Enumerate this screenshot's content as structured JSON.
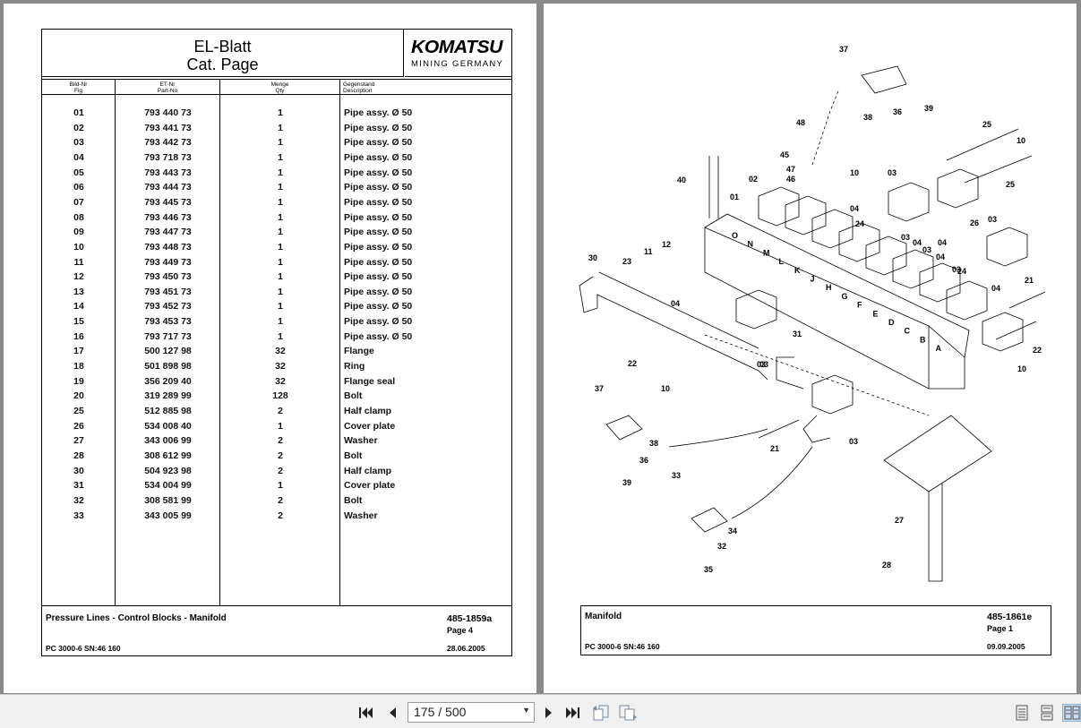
{
  "left_sheet": {
    "title_de": "EL-Blatt",
    "title_en": "Cat. Page",
    "logo_main": "KOMATSU",
    "logo_sub": "MINING GERMANY",
    "columns": {
      "fig_de": "Bild-Nr",
      "fig_en": "Fig",
      "part_de": "ET-Nr",
      "part_en": "Part-No",
      "qty_de": "Menge",
      "qty_en": "Qty",
      "desc_de": "Gegenstand",
      "desc_en": "Description"
    },
    "rows": [
      {
        "fig": "01",
        "part": "793 440 73",
        "qty": "1",
        "desc": "Pipe assy. Ø 50"
      },
      {
        "fig": "02",
        "part": "793 441 73",
        "qty": "1",
        "desc": "Pipe assy. Ø 50"
      },
      {
        "fig": "03",
        "part": "793 442 73",
        "qty": "1",
        "desc": "Pipe assy. Ø 50"
      },
      {
        "fig": "04",
        "part": "793 718 73",
        "qty": "1",
        "desc": "Pipe assy. Ø 50"
      },
      {
        "fig": "05",
        "part": "793 443 73",
        "qty": "1",
        "desc": "Pipe assy. Ø 50"
      },
      {
        "fig": "06",
        "part": "793 444 73",
        "qty": "1",
        "desc": "Pipe assy. Ø 50"
      },
      {
        "fig": "07",
        "part": "793 445 73",
        "qty": "1",
        "desc": "Pipe assy. Ø 50"
      },
      {
        "fig": "08",
        "part": "793 446 73",
        "qty": "1",
        "desc": "Pipe assy. Ø 50"
      },
      {
        "fig": "09",
        "part": "793 447 73",
        "qty": "1",
        "desc": "Pipe assy. Ø 50"
      },
      {
        "fig": "10",
        "part": "793 448 73",
        "qty": "1",
        "desc": "Pipe assy. Ø 50"
      },
      {
        "fig": "11",
        "part": "793 449 73",
        "qty": "1",
        "desc": "Pipe assy. Ø 50"
      },
      {
        "fig": "12",
        "part": "793 450 73",
        "qty": "1",
        "desc": "Pipe assy. Ø 50"
      },
      {
        "fig": "13",
        "part": "793 451 73",
        "qty": "1",
        "desc": "Pipe assy. Ø 50"
      },
      {
        "fig": "14",
        "part": "793 452 73",
        "qty": "1",
        "desc": "Pipe assy. Ø 50"
      },
      {
        "fig": "15",
        "part": "793 453 73",
        "qty": "1",
        "desc": "Pipe assy. Ø 50"
      },
      {
        "fig": "16",
        "part": "793 717 73",
        "qty": "1",
        "desc": "Pipe assy. Ø 50"
      },
      {
        "fig": "17",
        "part": "500 127 98",
        "qty": "32",
        "desc": "Flange"
      },
      {
        "fig": "18",
        "part": "501 898 98",
        "qty": "32",
        "desc": "Ring"
      },
      {
        "fig": "19",
        "part": "356 209 40",
        "qty": "32",
        "desc": "Flange seal"
      },
      {
        "fig": "20",
        "part": "319 289 99",
        "qty": "128",
        "desc": "Bolt"
      },
      {
        "fig": "25",
        "part": "512 885 98",
        "qty": "2",
        "desc": "Half clamp"
      },
      {
        "fig": "26",
        "part": "534 008 40",
        "qty": "1",
        "desc": "Cover plate"
      },
      {
        "fig": "27",
        "part": "343 006 99",
        "qty": "2",
        "desc": "Washer"
      },
      {
        "fig": "28",
        "part": "308 612 99",
        "qty": "2",
        "desc": "Bolt"
      },
      {
        "fig": "30",
        "part": "504 923 98",
        "qty": "2",
        "desc": "Half clamp"
      },
      {
        "fig": "31",
        "part": "534 004 99",
        "qty": "1",
        "desc": "Cover plate"
      },
      {
        "fig": "32",
        "part": "308 581 99",
        "qty": "2",
        "desc": "Bolt"
      },
      {
        "fig": "33",
        "part": "343 005 99",
        "qty": "2",
        "desc": "Washer"
      }
    ],
    "footer": {
      "title": "Pressure Lines - Control Blocks - Manifold",
      "doc_no": "485-1859a",
      "page": "Page 4",
      "model": "PC 3000-6 SN:46 160",
      "date": "28.06.2005"
    }
  },
  "right_sheet": {
    "callouts": [
      "37",
      "36",
      "39",
      "38",
      "48",
      "45",
      "47",
      "46",
      "25",
      "10",
      "10",
      "25",
      "40",
      "02",
      "03",
      "01",
      "04",
      "24",
      "26",
      "03",
      "03",
      "04",
      "11",
      "12",
      "03",
      "04",
      "03",
      "21",
      "30",
      "23",
      "04",
      "24",
      "04",
      "22",
      "31",
      "03",
      "10",
      "04",
      "22",
      "10",
      "37",
      "03",
      "38",
      "36",
      "39",
      "21",
      "33",
      "34",
      "32",
      "35",
      "27",
      "28",
      "03"
    ],
    "letters": [
      "O",
      "N",
      "M",
      "L",
      "K",
      "J",
      "H",
      "G",
      "F",
      "E",
      "D",
      "C",
      "B",
      "A"
    ],
    "footer": {
      "title": "Manifold",
      "doc_no": "485-1861e",
      "page": "Page 1",
      "model": "PC 3000-6 SN:46 160",
      "date": "09.09.2005"
    }
  },
  "toolbar": {
    "page_indicator": "175 / 500"
  },
  "icons": {
    "first": "first-page-icon",
    "prev": "prev-page-icon",
    "next": "next-page-icon",
    "last": "last-page-icon",
    "back": "nav-back-icon",
    "fwd": "nav-forward-icon",
    "single": "single-page-view-icon",
    "continuous": "continuous-view-icon",
    "facing": "facing-pages-view-icon"
  }
}
